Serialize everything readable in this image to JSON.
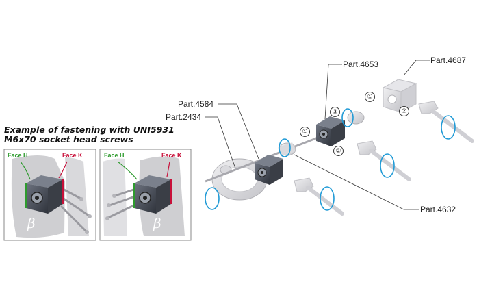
{
  "caption": {
    "line1": "Example of fastening with UNI5931",
    "line2": "M6x70 socket head screws"
  },
  "parts": [
    {
      "id": "p4687",
      "label": "Part.4687"
    },
    {
      "id": "p4653",
      "label": "Part.4653"
    },
    {
      "id": "p4584",
      "label": "Part.4584"
    },
    {
      "id": "p2434",
      "label": "Part.2434"
    },
    {
      "id": "p4632",
      "label": "Part.4632"
    }
  ],
  "inset_left": {
    "face_h": "Face H",
    "face_k": "Face K"
  },
  "inset_right": {
    "face_h": "Face H",
    "face_k": "Face K"
  },
  "markers": [
    "①",
    "②",
    "③",
    "①",
    "②"
  ],
  "colors": {
    "accent_rotation": "#1f9ad6",
    "face_h": "#2e9b2e",
    "face_k": "#c8103a",
    "gearbox": "#4a4f5a",
    "ghost_parts": "#d4d4d8"
  }
}
